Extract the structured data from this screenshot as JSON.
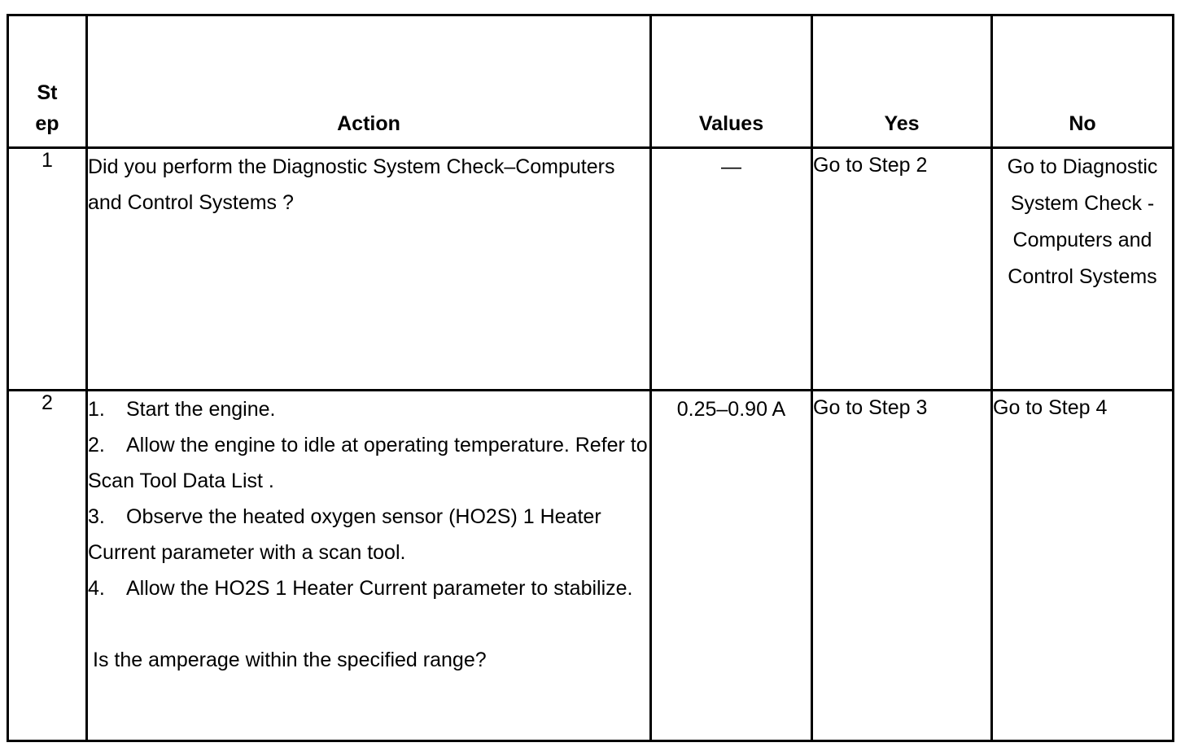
{
  "table": {
    "headers": {
      "step_line1": "St",
      "step_line2": "ep",
      "action": "Action",
      "values": "Values",
      "yes": "Yes",
      "no": "No"
    },
    "rows": [
      {
        "step": "1",
        "action": "Did you perform the Diagnostic System Check–Computers and Control Systems ?",
        "values": "—",
        "yes": "Go to Step 2",
        "no": "Go to Diagnostic System Check - Computers and Control Systems"
      },
      {
        "step": "2",
        "action_items": [
          {
            "num": "1.",
            "text": "Start the engine."
          },
          {
            "num": "2.",
            "text": "Allow the engine to idle at operating temperature. Refer to Scan Tool Data List ."
          },
          {
            "num": "3.",
            "text": "Observe the heated oxygen sensor (HO2S) 1 Heater Current parameter with a scan tool."
          },
          {
            "num": "4.",
            "text": "Allow the HO2S 1 Heater Current parameter to stabilize."
          }
        ],
        "action_question": " Is the amperage within the specified range?",
        "values_range": "0.25–0.90",
        "values_unit": "A",
        "yes": "Go to Step 3",
        "no": "Go to Step 4"
      }
    ]
  }
}
